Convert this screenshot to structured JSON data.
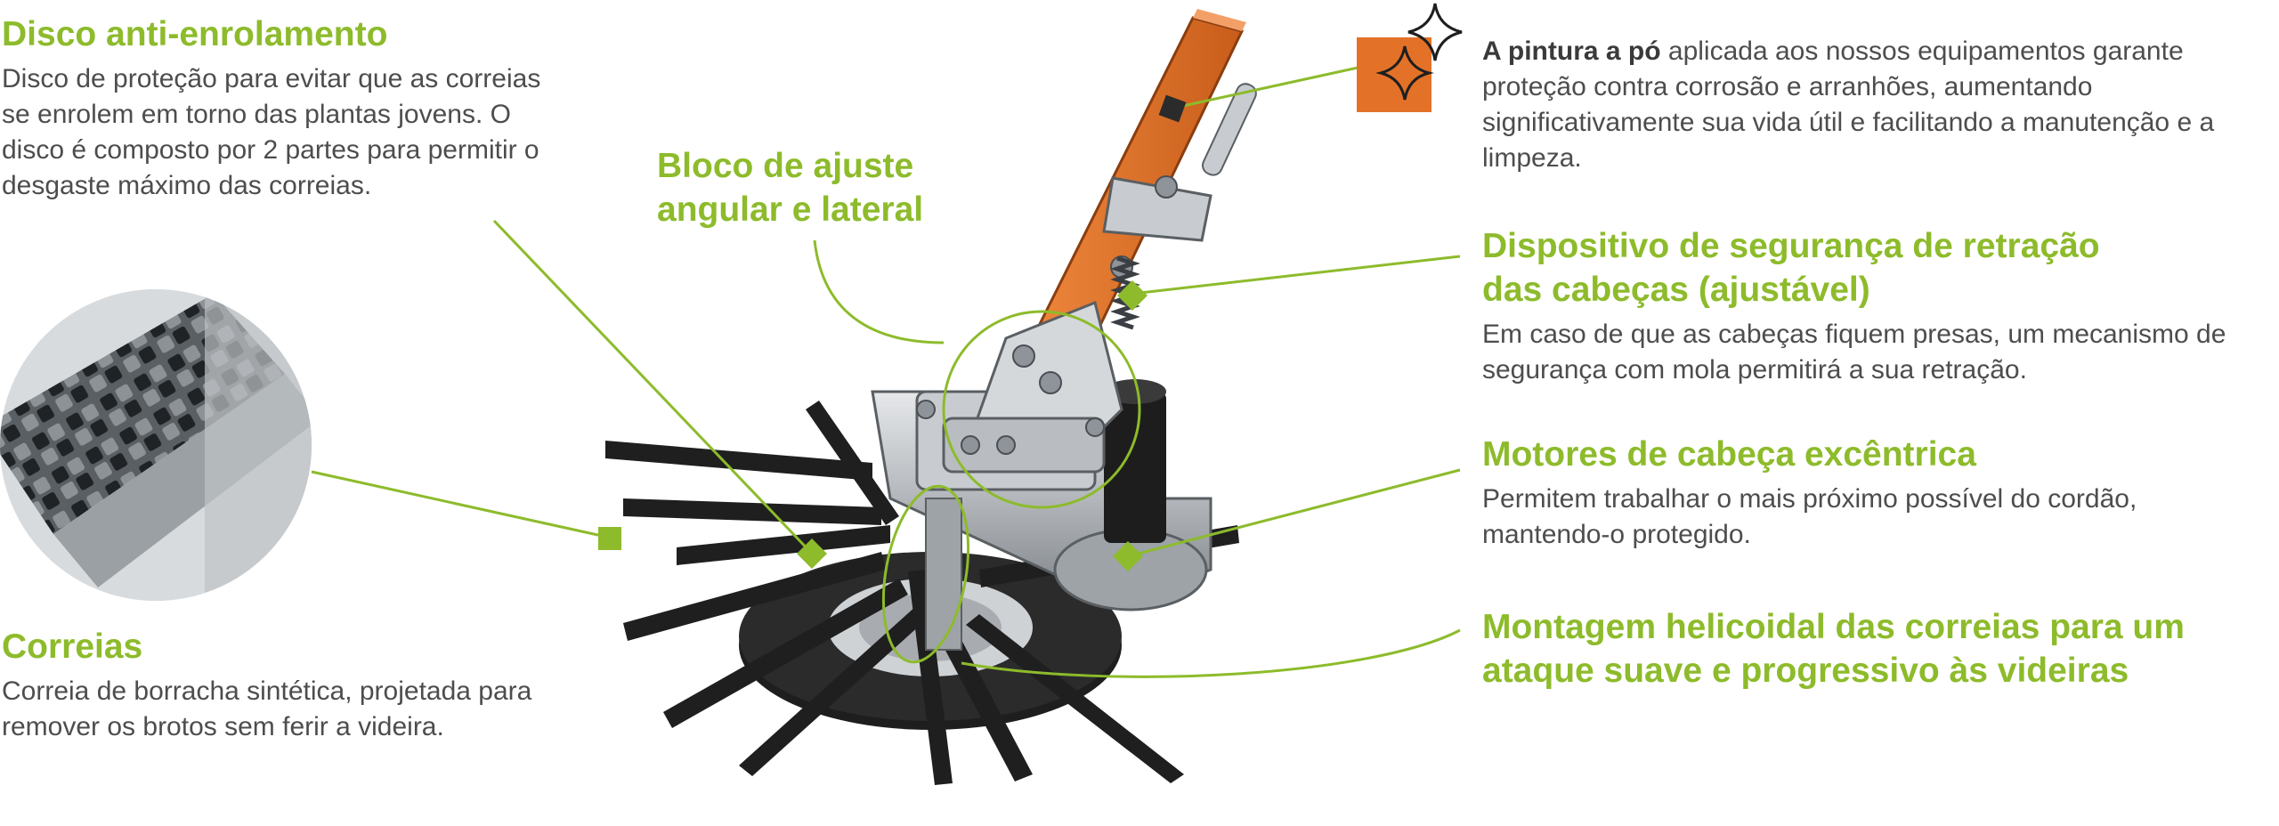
{
  "colors": {
    "accent": "#8dbb2b",
    "orange": "#e37228",
    "text": "#4d4d4d",
    "metal": "#b9bcbf",
    "dark": "#2b2b2b"
  },
  "callouts": {
    "disco": {
      "title": "Disco anti-enrolamento",
      "desc": "Disco de proteção para evitar que as correias se enrolem em torno das plantas jovens. O disco é composto por 2 partes para permitir o desgaste máximo das correias."
    },
    "correias": {
      "title": "Correias",
      "desc": "Correia de borracha sintética, projetada para remover os brotos sem ferir a videira."
    },
    "bloco": {
      "title": "Bloco de ajuste\nangular e lateral"
    },
    "pintura": {
      "strong": "A pintura a pó",
      "desc": " aplicada aos nossos equipamentos garante proteção contra corrosão e arranhões, aumentando significativamente sua vida útil e facilitando a manutenção e a limpeza."
    },
    "dispositivo": {
      "title": "Dispositivo de segurança de retração\ndas cabeças (ajustável)",
      "desc": "Em caso de que as cabeças fiquem presas, um mecanismo de segurança com mola permitirá a sua retração."
    },
    "motores": {
      "title": "Motores de cabeça excêntrica",
      "desc": "Permitem trabalhar o mais próximo possível do cordão, mantendo-o protegido."
    },
    "montagem": {
      "title": "Montagem helicoidal das correias para um\nataque suave e progressivo às videiras"
    }
  },
  "icons": {
    "sparkle": "sparkle-icon"
  }
}
